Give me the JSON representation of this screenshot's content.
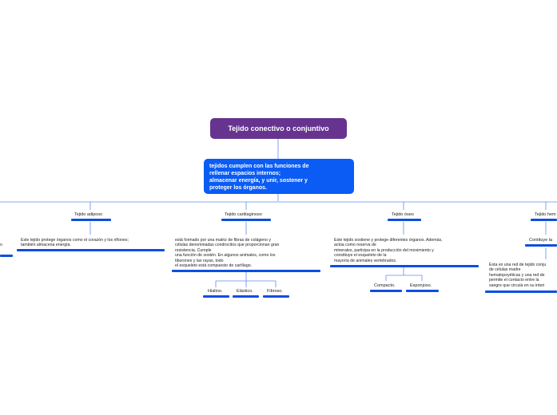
{
  "root": {
    "label": "Tejido conectivo o conjuntivo"
  },
  "main": {
    "label": "tejidos cumplen con las funciones de\nrellenar espacios internos;\nalmacenar energía, y unir, sostener y\nproteger los órganos."
  },
  "branches": {
    "adiposo": {
      "title": "Tejido adiposo",
      "text": "Este tejido protege órganos como el corazón y los riñones;\ntambién almacena energía."
    },
    "cartilaginoso": {
      "title": "Tejido cartilaginoso",
      "text": " está formado por una matriz de fibras de colágeno y\ncélulas denominadas condrocitos que proporcionan gran\nresistencia. Cumple\nuna función de sostén. En algunos animales, como los\ntiburones y las rayas, todo\nel esqueleto está compuesto de cartílago.",
      "children": [
        "Hialino.",
        "Elástico.",
        "Fibroso."
      ]
    },
    "oseo": {
      "title": "Tejido óseo",
      "text": "Este tejido sostiene y protege diferentes órganos. Además,\nactúa como reserva de\nminerales, participa en la producción del movimiento y\nconstituye el esqueleto de la\nmayoría de animales vertebrados.",
      "children": [
        "Compacto.",
        "Esponjoso."
      ]
    },
    "hema": {
      "title": "Tejido hem",
      "sub": "Contituye la",
      "text": "Esta es una red de tejido conju\nde células madre\nhematopoyéticas y una red de\npermite el contacto entre la\nsangre que circula en su interi"
    },
    "left_edge": {
      "text": "o"
    }
  },
  "colors": {
    "root": "#66338f",
    "main": "#0a5cf5",
    "bar": "#0a4fe0",
    "link": "#5b8def"
  }
}
